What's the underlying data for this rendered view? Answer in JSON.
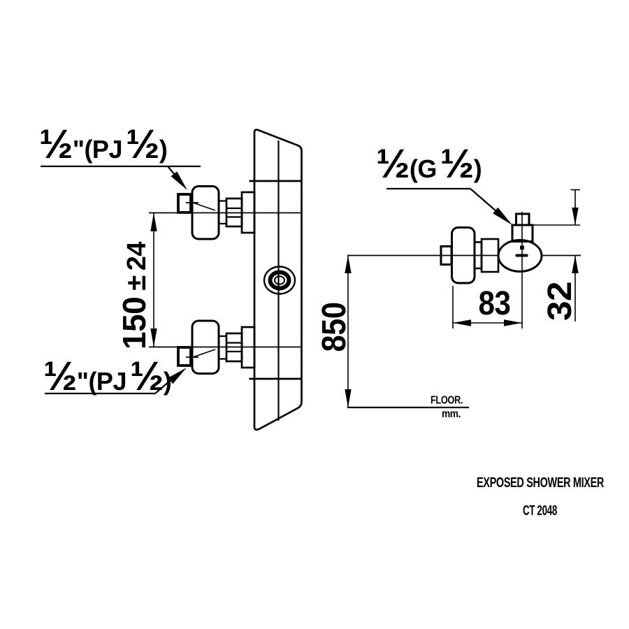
{
  "drawing": {
    "colors": {
      "line": "#000000",
      "background": "#ffffff"
    },
    "product": {
      "title": "EXPOSED SHOWER MIXER",
      "model": "CT 2048"
    },
    "connection_labels": {
      "top_inlet": {
        "size": "½",
        "thread": "\"(PJ",
        "size2": "½",
        "close": ")"
      },
      "bottom_inlet": {
        "size": "½",
        "thread": "\"(PJ",
        "size2": "½",
        "close": ")"
      },
      "outlet": {
        "size": "½",
        "thread": "(G",
        "size2": "½",
        "close": ")"
      }
    },
    "dimensions": {
      "inlet_spacing": {
        "value": "150",
        "plus_minus": "±",
        "tolerance": "24"
      },
      "height_from_floor": "850",
      "depth": "83",
      "outlet_offset": "32"
    },
    "floor": {
      "label": "FLOOR.",
      "unit": "mm."
    }
  }
}
